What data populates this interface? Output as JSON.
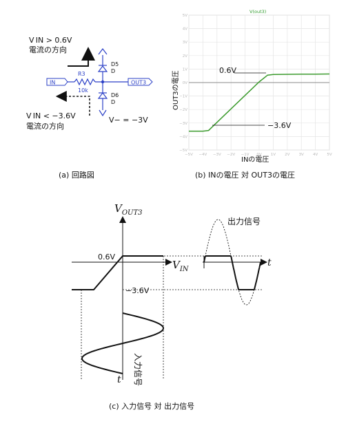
{
  "circuit": {
    "top_label": "V IN > 0.6V",
    "top_label_2": "電流の方向",
    "bottom_label": "V IN < −3.6V",
    "bottom_label_2": "電流の方向",
    "r_name": "R3",
    "r_value": "10k",
    "d5_name": "D5",
    "d5_type": "D",
    "d6_name": "D6",
    "d6_type": "D",
    "in_port": "IN",
    "out_port": "OUT3",
    "vminus": "V− = −3V",
    "caption": "(a) 回路図"
  },
  "transfer_plot": {
    "title": "V(out3)",
    "ylabel": "OUT3の電圧",
    "xlabel": "INの電圧",
    "annot_high": "0.6V",
    "annot_low": "−3.6V",
    "caption": "(b) INの電圧 対 OUT3の電圧",
    "x_ticks": [
      "−5V",
      "−4V",
      "−3V",
      "−2V",
      "−1V",
      "0V",
      "1V",
      "2V",
      "3V",
      "4V",
      "5V"
    ],
    "y_ticks": [
      "5V",
      "4V",
      "3V",
      "2V",
      "1V",
      "0V",
      "−1V",
      "−2V",
      "−3V",
      "−4V",
      "−5V"
    ],
    "line_color": "#3a9a2c"
  },
  "chart_data": {
    "type": "line",
    "title": "V(out3)",
    "xlabel": "INの電圧",
    "ylabel": "OUT3の電圧",
    "xlim": [
      -5,
      5
    ],
    "ylim": [
      -5,
      5
    ],
    "x": [
      -5,
      -4,
      -3.6,
      -3,
      -2,
      -1,
      0,
      0.6,
      1,
      2,
      3,
      4,
      5
    ],
    "series": [
      {
        "values": [
          -3.6,
          -3.6,
          -3.55,
          -2.95,
          -1.95,
          -0.95,
          0.05,
          0.55,
          0.6,
          0.61,
          0.62,
          0.63,
          0.64
        ]
      }
    ]
  },
  "waveform": {
    "vout_main": "V",
    "vout_sub": "OUT3",
    "vin_main": "V",
    "vin_sub": "IN",
    "level_high": "0.6V",
    "level_low": "−3.6V",
    "out_label": "出力信号",
    "in_label": "入力信号",
    "t_label": "t",
    "caption": "(c) 入力信号 対 出力信号"
  }
}
